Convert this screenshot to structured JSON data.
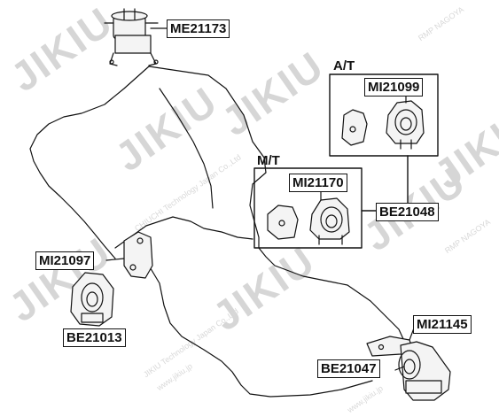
{
  "watermark": {
    "brand": "JIKIU",
    "side_text": "RMP NAGOYA",
    "copyright_text": "JIKIU Technology Japan Co.,Ltd",
    "copyright_text_alt": "CHIUCHI Technology Japan Co.,Ltd",
    "website": "www.jikiu.jp"
  },
  "groups": {
    "at": {
      "title": "A/T"
    },
    "mt": {
      "title": "M/T"
    }
  },
  "parts": {
    "me21173": "ME21173",
    "mi21099": "MI21099",
    "mi21170": "MI21170",
    "be21048": "BE21048",
    "mi21097": "MI21097",
    "be21013": "BE21013",
    "mi21145": "MI21145",
    "be21047": "BE21047"
  },
  "colors": {
    "line": "#111111",
    "watermark": "#d6d6d6",
    "fill": "#f4f4f4"
  }
}
